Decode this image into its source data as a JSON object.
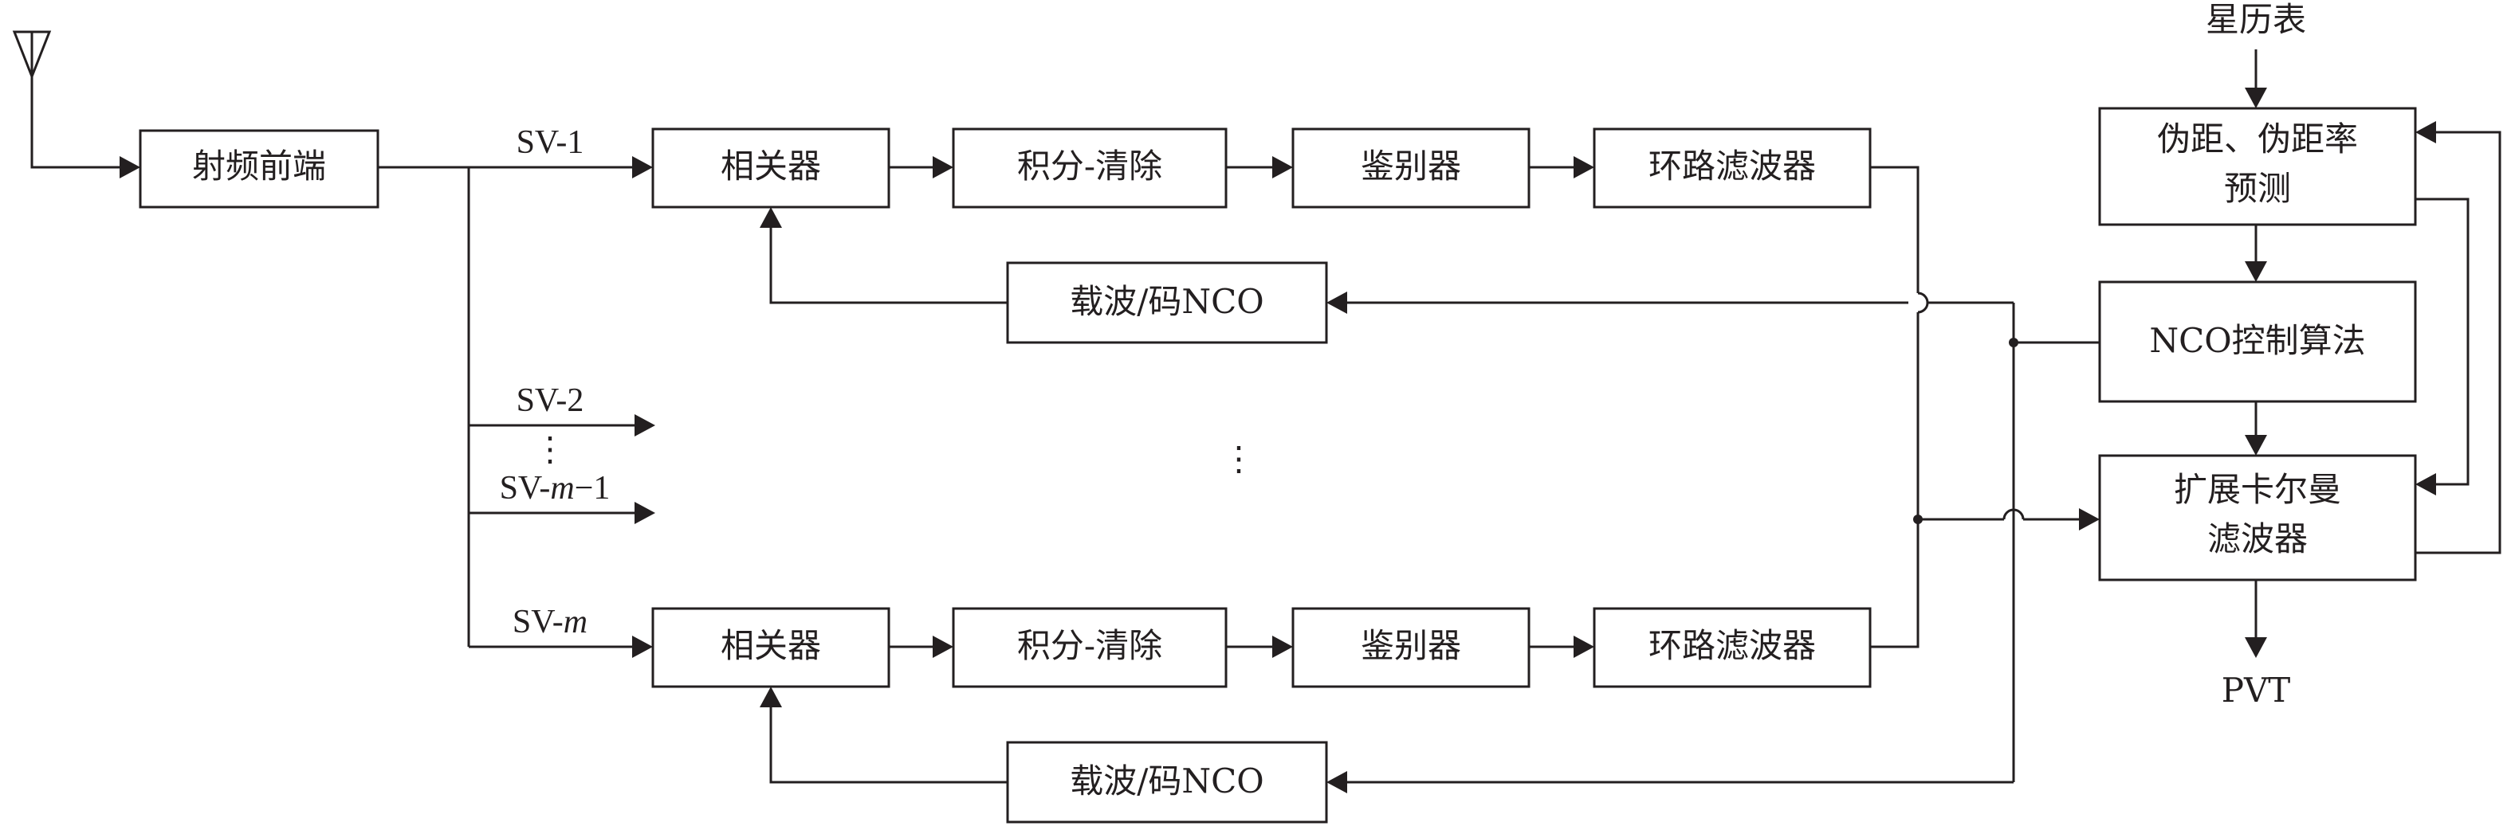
{
  "antenna_icon": "antenna-icon",
  "blocks": {
    "rf_front_end": "射频前端",
    "channel_1": {
      "correlator": "相关器",
      "integrate_dump": "积分-清除",
      "discriminator": "鉴别器",
      "loop_filter": "环路滤波器",
      "nco": "载波/码NCO"
    },
    "channel_m": {
      "correlator": "相关器",
      "integrate_dump": "积分-清除",
      "discriminator": "鉴别器",
      "loop_filter": "环路滤波器",
      "nco": "载波/码NCO"
    },
    "ephemeris": "星历表",
    "pseudorange_prediction": {
      "line1": "伪距、伪距率",
      "line2": "预测"
    },
    "nco_control": "NCO控制算法",
    "ekf": {
      "line1": "扩展卡尔曼",
      "line2": "滤波器"
    },
    "output": "PVT"
  },
  "signals": {
    "sv1": {
      "prefix": "SV-",
      "italic": "",
      "suffix": "1"
    },
    "sv2": {
      "prefix": "SV-",
      "italic": "",
      "suffix": "2"
    },
    "svm_minus_1": {
      "prefix": "SV-",
      "italic": "m",
      "suffix": "−1"
    },
    "svm": {
      "prefix": "SV-",
      "italic": "m",
      "suffix": ""
    }
  },
  "ellipsis": {
    "vertical": "⋮"
  }
}
